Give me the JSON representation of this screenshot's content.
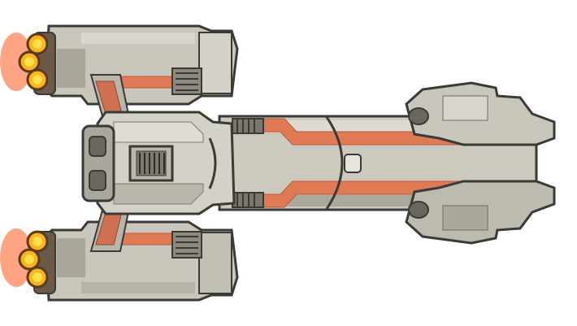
{
  "scene": {
    "subject": "player-ship-sprite",
    "background_color": "#ffffff",
    "orientation": "facing-right"
  },
  "colors": {
    "hull_light": "#d3d1c8",
    "hull_mid": "#bdbab0",
    "hull_dark": "#9d9a90",
    "outline": "#3a3a36",
    "accent_stripe": "#e07a55",
    "accent_dark": "#b85a3c",
    "thruster_glow": "#ffb31a",
    "thruster_core": "#ffe04a",
    "flame": "#ff5a1e",
    "vent_dark": "#5c5a54"
  },
  "components": {
    "thrusters": [
      "upper-thruster-cluster",
      "lower-thruster-cluster"
    ],
    "nacelles": [
      "upper-nacelle",
      "lower-nacelle"
    ],
    "core": [
      "central-hub",
      "cockpit-vent",
      "main-hull-boom",
      "forward-bow"
    ],
    "accents": [
      "orange-stripe-upper",
      "orange-stripe-lower",
      "hull-ring-joint"
    ]
  }
}
